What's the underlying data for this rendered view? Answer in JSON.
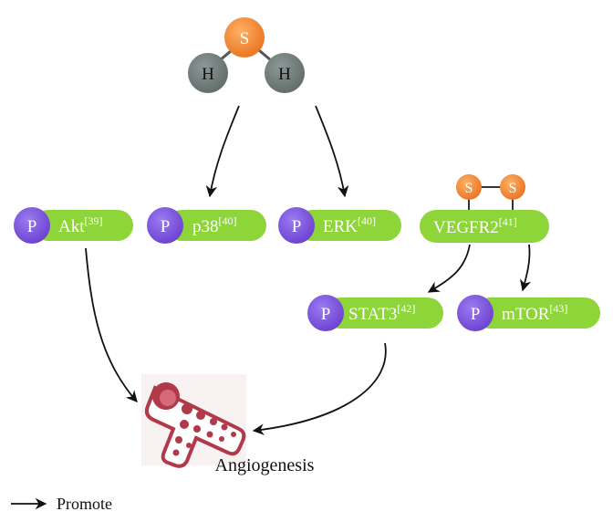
{
  "molecule": {
    "center_atom": "S",
    "left_atom": "H",
    "right_atom": "H"
  },
  "proteins": [
    {
      "p": "P",
      "name": "Akt",
      "ref": "[39]"
    },
    {
      "p": "P",
      "name": "p38",
      "ref": "[40]"
    },
    {
      "p": "P",
      "name": "ERK",
      "ref": "[40]"
    },
    {
      "name": "VEGFR2",
      "ref": "[41]"
    },
    {
      "p": "P",
      "name": "STAT3",
      "ref": "[42]"
    },
    {
      "p": "P",
      "name": "mTOR",
      "ref": "[43]"
    }
  ],
  "disulfide": {
    "left": "S",
    "right": "S"
  },
  "outcome": {
    "label": "Angiogenesis",
    "icon": "blood-vessel-icon"
  },
  "legend": {
    "label": "Promote"
  },
  "colors": {
    "phospho": "#7b52d9",
    "protein": "#8ed53a",
    "sulfur": "#f08a32",
    "hydrogen": "#6e7b78",
    "vessel": "#b13a4a",
    "arrow": "#111111"
  }
}
